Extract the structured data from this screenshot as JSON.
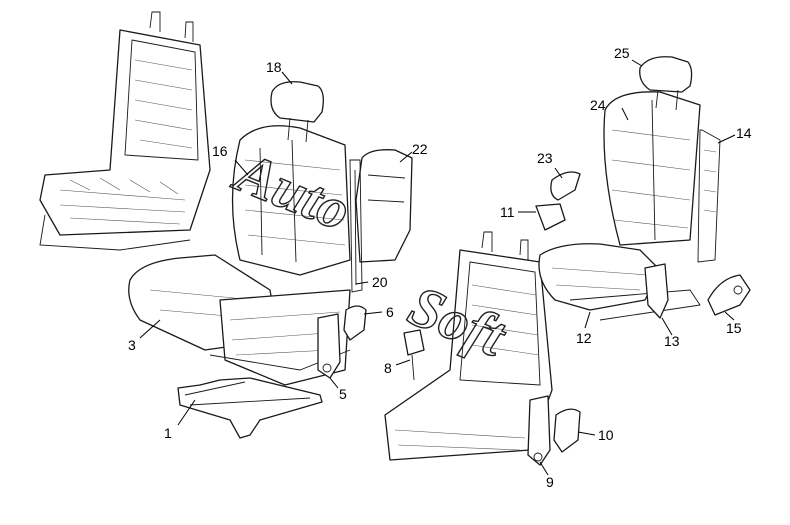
{
  "diagram": {
    "callouts": [
      {
        "id": "c1",
        "label": "1"
      },
      {
        "id": "c3",
        "label": "3"
      },
      {
        "id": "c5",
        "label": "5"
      },
      {
        "id": "c6",
        "label": "6"
      },
      {
        "id": "c8",
        "label": "8"
      },
      {
        "id": "c9",
        "label": "9"
      },
      {
        "id": "c10",
        "label": "10"
      },
      {
        "id": "c11",
        "label": "11"
      },
      {
        "id": "c12",
        "label": "12"
      },
      {
        "id": "c13",
        "label": "13"
      },
      {
        "id": "c14",
        "label": "14"
      },
      {
        "id": "c15",
        "label": "15"
      },
      {
        "id": "c16",
        "label": "16"
      },
      {
        "id": "c18",
        "label": "18"
      },
      {
        "id": "c20",
        "label": "20"
      },
      {
        "id": "c22",
        "label": "22"
      },
      {
        "id": "c23",
        "label": "23"
      },
      {
        "id": "c24",
        "label": "24"
      },
      {
        "id": "c25",
        "label": "25"
      }
    ],
    "watermark": {
      "word1": "Auto",
      "word2": "Soft"
    }
  }
}
